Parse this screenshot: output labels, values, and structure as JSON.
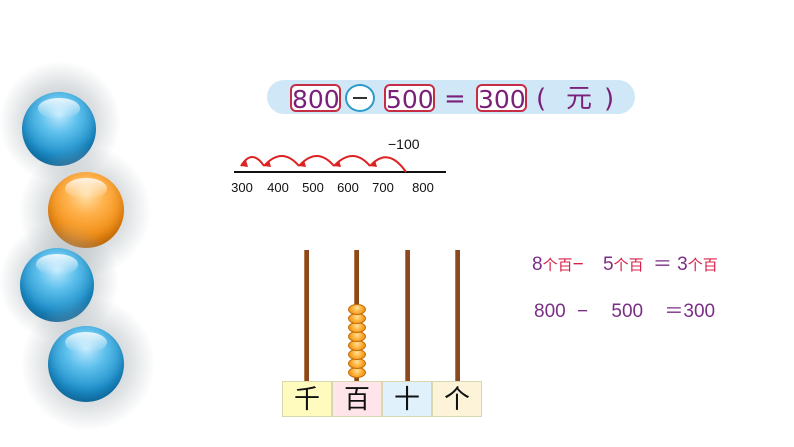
{
  "equation": {
    "minuend": "800",
    "subtrahend": "500",
    "equals": "=",
    "result": "300",
    "paren_open": "(",
    "unit": "元",
    "paren_close": ")"
  },
  "number_line": {
    "step_label": "−100",
    "labels": [
      "300",
      "400",
      "500",
      "600",
      "700",
      "800"
    ]
  },
  "abacus": {
    "places": [
      "千",
      "百",
      "十",
      "个"
    ],
    "place_colors": [
      "#fffbbf",
      "#ffe5ea",
      "#e0f1fb",
      "#fdf3d8"
    ],
    "hundreds_beads": 8
  },
  "statement1": {
    "a_num": "8",
    "a_unit": "个百",
    "minus": "−",
    "b_num": "5",
    "b_unit": "个百",
    "equals": "＝",
    "c_num": "3",
    "c_unit": "个百"
  },
  "statement2": {
    "a": "800",
    "minus": "−",
    "b": "500",
    "equals": "＝",
    "c": "300"
  },
  "colors": {
    "purple": "#7a2f85",
    "red": "#d8204a",
    "bar": "#cfe7f6"
  }
}
